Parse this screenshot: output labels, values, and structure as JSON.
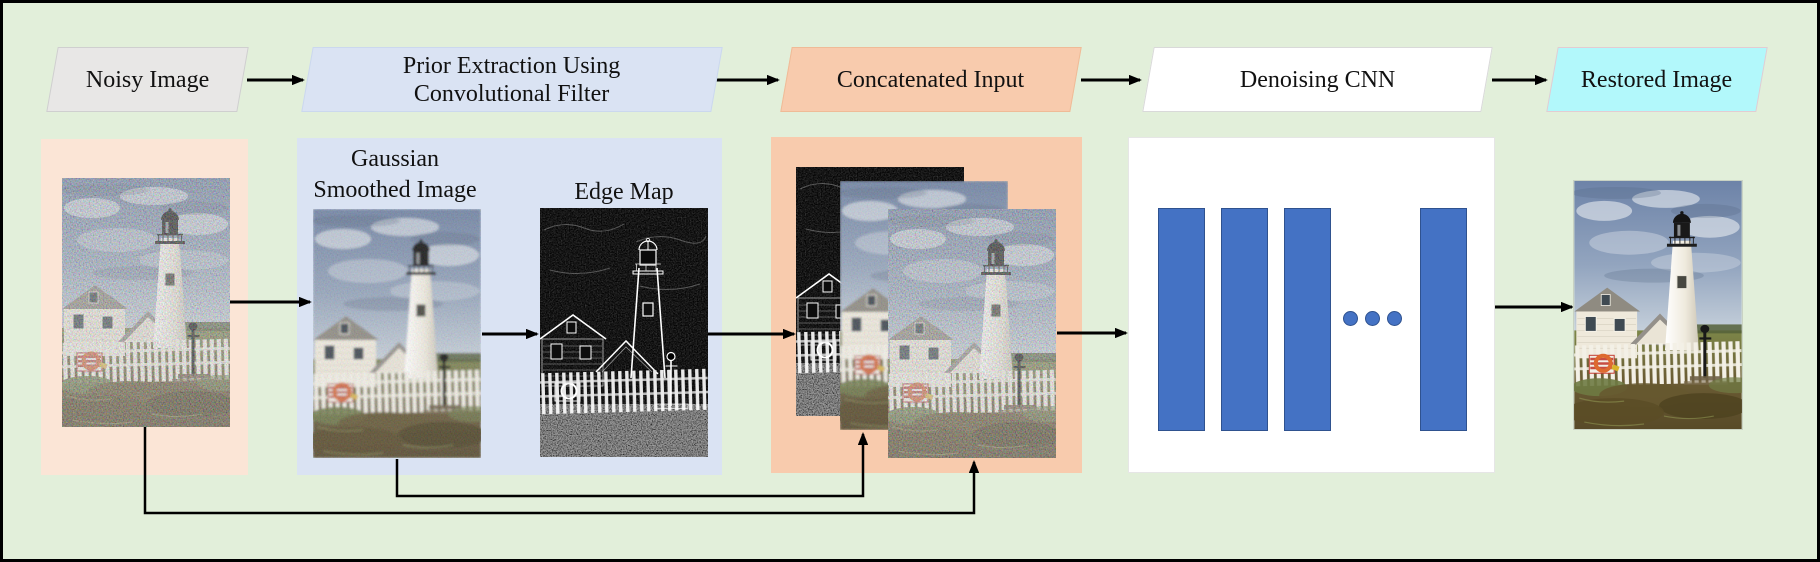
{
  "colors": {
    "background": "#e2efda",
    "border": "#000000",
    "arrow_color": "#000000",
    "step_noisy_fill": "#e8e7e6",
    "step_noisy_border": "#cfcfcf",
    "step_prior_fill": "#dae3f3",
    "step_prior_border": "#cbd8ee",
    "step_concat_fill": "#f8cbad",
    "step_concat_border": "#efbb97",
    "step_cnn_fill": "#ffffff",
    "step_cnn_border": "#d9d9d9",
    "step_restored_fill": "#b2f8fb",
    "step_restored_border": "#e3ccd2",
    "panel_noisy_fill": "#fbe5d6",
    "panel_prior_fill": "#dae3f3",
    "panel_concat_fill": "#f8cbad",
    "panel_cnn_fill": "#ffffff",
    "panel_cnn_border": "#e6e6e6",
    "cnn_bar_fill": "#4472c4",
    "cnn_bar_border": "#2f528f"
  },
  "steps": {
    "noisy": {
      "label": "Noisy Image"
    },
    "prior": {
      "line1": "Prior Extraction Using",
      "line2": "Convolutional Filter"
    },
    "concat": {
      "label": "Concatenated Input"
    },
    "cnn": {
      "label": "Denoising CNN"
    },
    "restored": {
      "label": "Restored Image"
    }
  },
  "prior_panel": {
    "smoothed_label_line1": "Gaussian",
    "smoothed_label_line2": "Smoothed Image",
    "edge_label": "Edge Map"
  },
  "images": {
    "noisy_description": "Noisy lighthouse photograph",
    "smoothed_description": "Gaussian smoothed lighthouse photograph",
    "edge_description": "Edge map of lighthouse photograph",
    "concat_back_description": "Edge map channel of concatenated input",
    "concat_middle_description": "Smoothed image channel of concatenated input",
    "concat_front_description": "Noisy image channel of concatenated input",
    "restored_description": "Restored clean lighthouse photograph"
  },
  "cnn": {
    "visible_layer_bars": 4,
    "ellipsis_dots": 3
  }
}
